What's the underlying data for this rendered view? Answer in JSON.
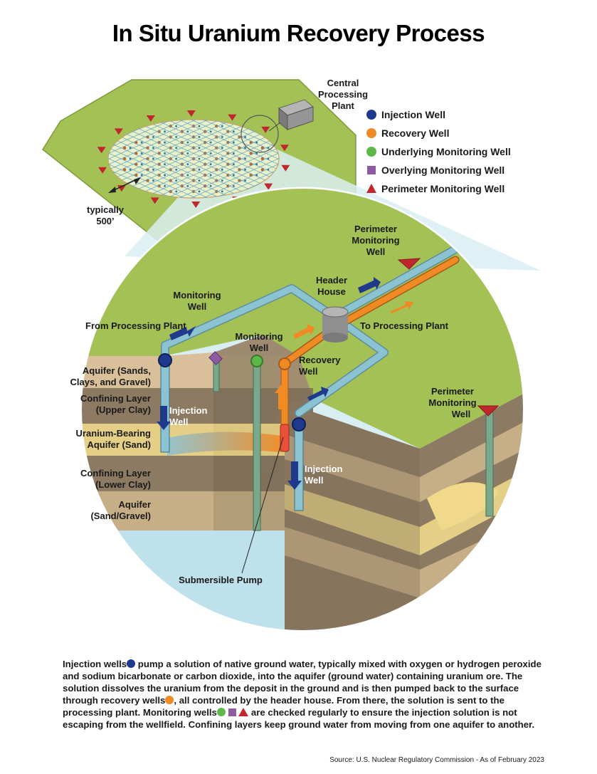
{
  "title": "In Situ Uranium Recovery Process",
  "colors": {
    "injection": "#1f3a8c",
    "recovery": "#f08a24",
    "underlying": "#5cb848",
    "overlying": "#8e5aa0",
    "perimeter": "#c0272d",
    "ground": "#9dbb4f",
    "pipe": "#8cc3d3"
  },
  "legend": [
    {
      "icon": "blue-circle-icon",
      "label": "Injection Well"
    },
    {
      "icon": "orange-circle-icon",
      "label": "Recovery Well"
    },
    {
      "icon": "green-circle-icon",
      "label": "Underlying Monitoring Well"
    },
    {
      "icon": "purple-square-icon",
      "label": "Overlying Monitoring Well"
    },
    {
      "icon": "red-triangle-icon",
      "label": "Perimeter Monitoring Well"
    }
  ],
  "labels": {
    "central_processing_plant": [
      "Central",
      "Processing",
      "Plant"
    ],
    "typically": "typically",
    "distance": "500’",
    "perimeter_top": [
      "Perimeter",
      "Monitoring",
      "Well"
    ],
    "perimeter_right": [
      "Perimeter",
      "Monitoring",
      "Well"
    ],
    "header_house": [
      "Header",
      "House"
    ],
    "monitoring_left": [
      "Monitoring",
      "Well"
    ],
    "monitoring_mid": [
      "Monitoring",
      "Well"
    ],
    "recovery_well": [
      "Recovery",
      "Well"
    ],
    "from_plant": "From Processing Plant",
    "to_plant": "To Processing Plant",
    "injection_left": [
      "Injection",
      "Well"
    ],
    "injection_right": [
      "Injection",
      "Well"
    ],
    "submersible_pump": "Submersible Pump"
  },
  "layers": [
    [
      "Aquifer (Sands,",
      "Clays, and Gravel)"
    ],
    [
      "Confining Layer",
      "(Upper Clay)"
    ],
    [
      "Uranium-Bearing",
      "Aquifer (Sand)"
    ],
    [
      "Confining Layer",
      "(Lower Clay)"
    ],
    [
      "Aquifer",
      "(Sand/Gravel)"
    ]
  ],
  "caption": {
    "p1": "Injection wells",
    "p2": " pump a solution of native ground water, typically mixed with oxygen or hydrogen peroxide and sodium bicarbonate or carbon dioxide, into the aquifer (ground water) containing uranium ore. The solution dissolves the uranium from the deposit in the ground and is then pumped back to the surface through recovery wells",
    "p3": ", all controlled by the header house. From there, the solution is sent to the processing plant. Monitoring wells",
    "p4": " are checked regularly to ensure the injection solution is not escaping from the wellfield. Confining layers keep ground water from moving from one aquifer to another."
  },
  "source": "Source: U.S. Nuclear Regulatory Commission - As of February 2023"
}
